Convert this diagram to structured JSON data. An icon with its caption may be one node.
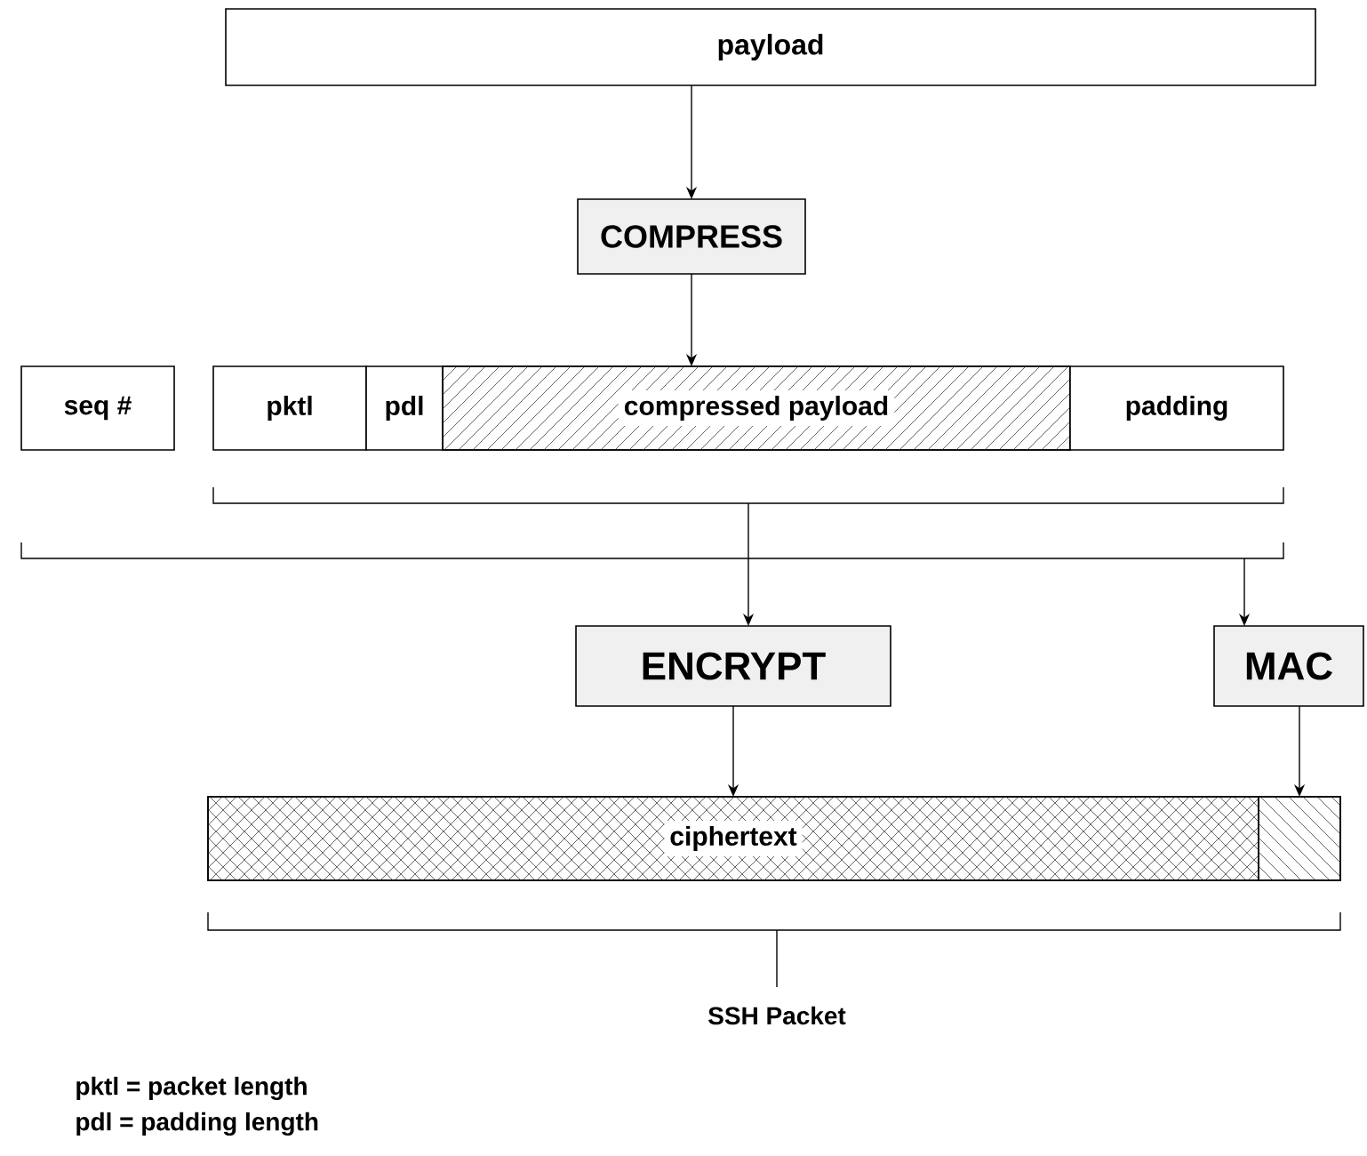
{
  "diagram": {
    "nodes": [
      {
        "text": [
          "payload"
        ]
      },
      {
        "text": [
          "COMPRESS"
        ]
      },
      {
        "text": [
          "seq #"
        ]
      },
      {
        "text": [
          "pktl"
        ]
      },
      {
        "text": [
          "pdl"
        ]
      },
      {
        "text": [
          "compressed payload"
        ]
      },
      {
        "text": [
          "padding"
        ]
      },
      {
        "text": [
          "ENCRYPT"
        ]
      },
      {
        "text": [
          "MAC"
        ]
      },
      {
        "text": [
          "ciphertext"
        ]
      },
      {
        "text": [],
        "shape": "box"
      }
    ],
    "edges": [
      {
        "from": 0,
        "to": 1,
        "arrow": "to"
      },
      {
        "from": 1,
        "to": 5,
        "arrow": "to"
      },
      {
        "from": null,
        "to": 7,
        "arrow": "to"
      },
      {
        "from": null,
        "to": 8,
        "arrow": "to"
      },
      {
        "from": 7,
        "to": 9,
        "arrow": "to"
      },
      {
        "from": 8,
        "to": 10,
        "arrow": "to"
      }
    ],
    "labels": [
      "SSH Packet",
      "pktl = packet length",
      "pdl = padding length"
    ]
  }
}
